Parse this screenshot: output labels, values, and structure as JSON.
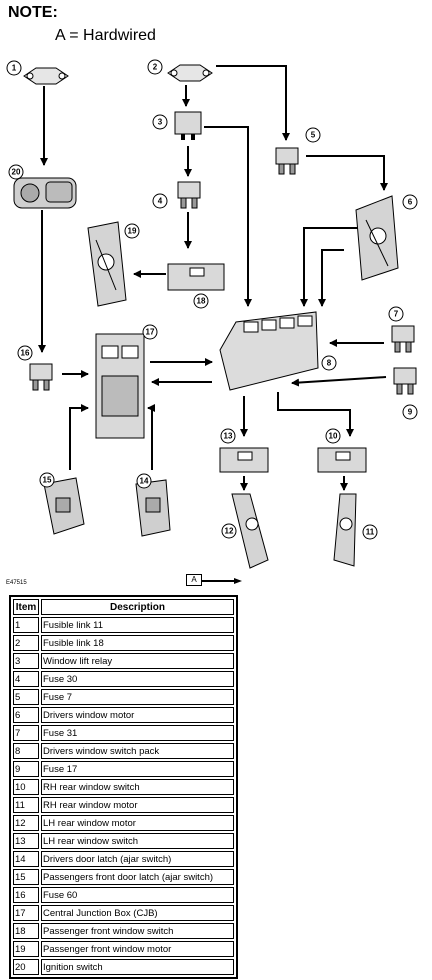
{
  "note": {
    "title": "NOTE:",
    "line": "A = Hardwired"
  },
  "figure_ref": "E47515",
  "legend_key": "A",
  "callouts": [
    "1",
    "2",
    "3",
    "4",
    "5",
    "6",
    "7",
    "8",
    "9",
    "10",
    "11",
    "12",
    "13",
    "14",
    "15",
    "16",
    "17",
    "18",
    "19",
    "20"
  ],
  "table": {
    "headers": {
      "item": "Item",
      "description": "Description"
    },
    "rows": [
      {
        "item": "1",
        "description": "Fusible link 11"
      },
      {
        "item": "2",
        "description": "Fusible link 18"
      },
      {
        "item": "3",
        "description": "Window lift relay"
      },
      {
        "item": "4",
        "description": "Fuse 30"
      },
      {
        "item": "5",
        "description": "Fuse 7"
      },
      {
        "item": "6",
        "description": "Drivers window motor"
      },
      {
        "item": "7",
        "description": "Fuse 31"
      },
      {
        "item": "8",
        "description": "Drivers window switch pack"
      },
      {
        "item": "9",
        "description": "Fuse 17"
      },
      {
        "item": "10",
        "description": "RH rear window switch"
      },
      {
        "item": "11",
        "description": "RH rear window motor"
      },
      {
        "item": "12",
        "description": "LH rear window motor"
      },
      {
        "item": "13",
        "description": "LH rear window switch"
      },
      {
        "item": "14",
        "description": "Drivers door latch (ajar switch)"
      },
      {
        "item": "15",
        "description": "Passengers front door latch (ajar switch)"
      },
      {
        "item": "16",
        "description": "Fuse 60"
      },
      {
        "item": "17",
        "description": "Central Junction Box (CJB)"
      },
      {
        "item": "18",
        "description": "Passenger front window switch"
      },
      {
        "item": "19",
        "description": "Passenger front window motor"
      },
      {
        "item": "20",
        "description": "Ignition switch"
      }
    ]
  }
}
